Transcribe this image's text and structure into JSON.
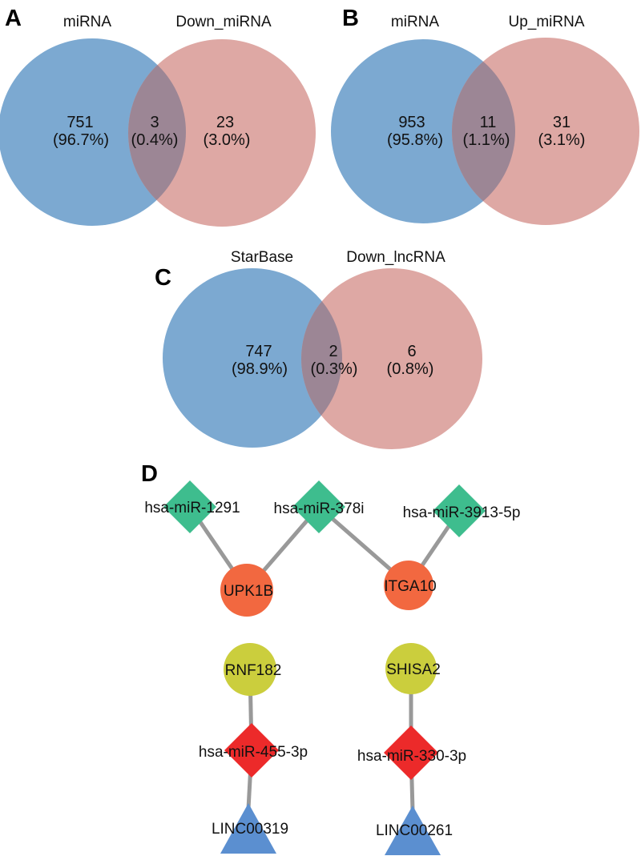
{
  "figure": {
    "description": "Multi-panel figure: three Venn diagrams (A, B, C) and a lncRNA-miRNA-mRNA interaction network (D)",
    "background": "#ffffff"
  },
  "colors": {
    "venn_left": "#7CA9D1",
    "venn_right": "#DEA8A4",
    "venn_overlap": "#9C8695",
    "mirna_green": "#3EBD8E",
    "mrna_orange": "#F26840",
    "mrna_yellow": "#CBCE3D",
    "mirna_red": "#EC2A2A",
    "lncrna_blue": "#5B8FD0",
    "edge_gray": "#999999"
  },
  "chart_data": [
    {
      "type": "venn",
      "panel": "A",
      "sets": [
        "miRNA",
        "Down_miRNA"
      ],
      "values": {
        "left_only": 751,
        "intersection": 3,
        "right_only": 23
      },
      "percentages": {
        "left_only": 96.7,
        "intersection": 0.4,
        "right_only": 3.0
      },
      "display": {
        "left_count": "751",
        "left_pct": "(96.7%)",
        "mid_count": "3",
        "mid_pct": "(0.4%)",
        "right_count": "23",
        "right_pct": "(3.0%)"
      }
    },
    {
      "type": "venn",
      "panel": "B",
      "sets": [
        "miRNA",
        "Up_miRNA"
      ],
      "values": {
        "left_only": 953,
        "intersection": 11,
        "right_only": 31
      },
      "percentages": {
        "left_only": 95.8,
        "intersection": 1.1,
        "right_only": 3.1
      },
      "display": {
        "left_count": "953",
        "left_pct": "(95.8%)",
        "mid_count": "11",
        "mid_pct": "(1.1%)",
        "right_count": "31",
        "right_pct": "(3.1%)"
      }
    },
    {
      "type": "venn",
      "panel": "C",
      "sets": [
        "StarBase",
        "Down_lncRNA"
      ],
      "values": {
        "left_only": 747,
        "intersection": 2,
        "right_only": 6
      },
      "percentages": {
        "left_only": 98.9,
        "intersection": 0.3,
        "right_only": 0.8
      },
      "display": {
        "left_count": "747",
        "left_pct": "(98.9%)",
        "mid_count": "2",
        "mid_pct": "(0.3%)",
        "right_count": "6",
        "right_pct": "(0.8%)"
      }
    },
    {
      "type": "network",
      "panel": "D",
      "nodes": [
        {
          "id": "hsa-miR-1291",
          "shape": "diamond",
          "color": "#3EBD8E",
          "role": "miRNA"
        },
        {
          "id": "hsa-miR-378i",
          "shape": "diamond",
          "color": "#3EBD8E",
          "role": "miRNA"
        },
        {
          "id": "hsa-miR-3913-5p",
          "shape": "diamond",
          "color": "#3EBD8E",
          "role": "miRNA"
        },
        {
          "id": "UPK1B",
          "shape": "circle",
          "color": "#F26840",
          "role": "mRNA"
        },
        {
          "id": "ITGA10",
          "shape": "circle",
          "color": "#F26840",
          "role": "mRNA"
        },
        {
          "id": "RNF182",
          "shape": "circle",
          "color": "#CBCE3D",
          "role": "mRNA"
        },
        {
          "id": "SHISA2",
          "shape": "circle",
          "color": "#CBCE3D",
          "role": "mRNA"
        },
        {
          "id": "hsa-miR-455-3p",
          "shape": "diamond",
          "color": "#EC2A2A",
          "role": "miRNA"
        },
        {
          "id": "hsa-miR-330-3p",
          "shape": "diamond",
          "color": "#EC2A2A",
          "role": "miRNA"
        },
        {
          "id": "LINC00319",
          "shape": "triangle",
          "color": "#5B8FD0",
          "role": "lncRNA"
        },
        {
          "id": "LINC00261",
          "shape": "triangle",
          "color": "#5B8FD0",
          "role": "lncRNA"
        }
      ],
      "edges": [
        [
          "hsa-miR-1291",
          "UPK1B"
        ],
        [
          "hsa-miR-378i",
          "UPK1B"
        ],
        [
          "hsa-miR-378i",
          "ITGA10"
        ],
        [
          "hsa-miR-3913-5p",
          "ITGA10"
        ],
        [
          "RNF182",
          "hsa-miR-455-3p"
        ],
        [
          "hsa-miR-455-3p",
          "LINC00319"
        ],
        [
          "SHISA2",
          "hsa-miR-330-3p"
        ],
        [
          "hsa-miR-330-3p",
          "LINC00261"
        ]
      ]
    }
  ]
}
